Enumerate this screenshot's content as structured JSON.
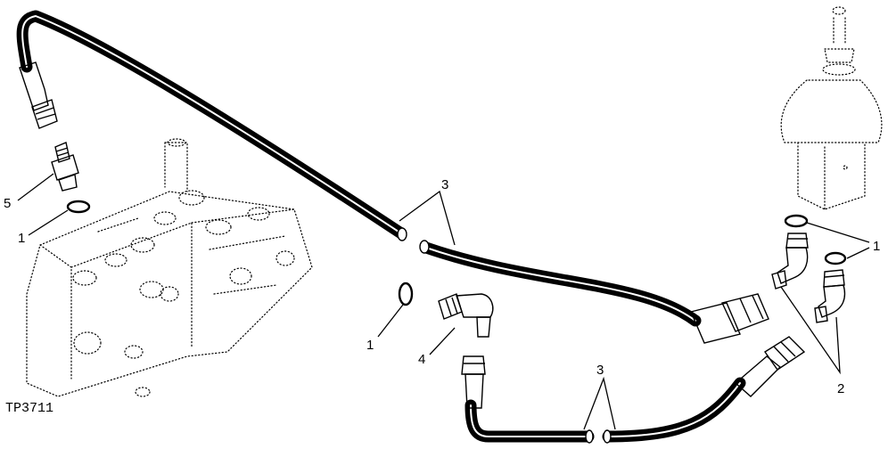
{
  "figure": {
    "id_label": "TP3711"
  },
  "callouts": {
    "c5": "5",
    "c1_left": "1",
    "c1_mid": "1",
    "c4": "4",
    "c3_upper": "3",
    "c3_lower": "3",
    "c1_right": "1",
    "c2": "2"
  }
}
